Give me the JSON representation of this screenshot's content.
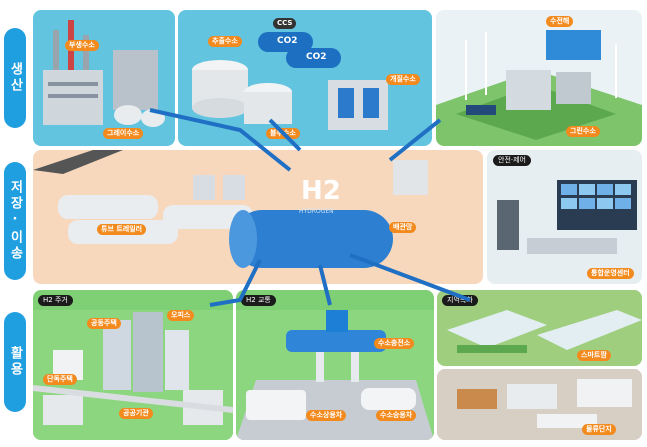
{
  "sidebar": {
    "production": "생산",
    "storage": "저장·이송",
    "utilization": "활용"
  },
  "production": {
    "byproduct": "부생수소",
    "grey": "그레이수소",
    "extracted": "추출수소",
    "ccs": "CCS",
    "co2": "CO2",
    "blue": "블루수소",
    "reforming": "개질수소",
    "electrolysis": "수전해",
    "green": "그린수소"
  },
  "storage": {
    "tube_trailer": "튜브 트레일러",
    "pipeline": "배관망",
    "tank_mark": "H2",
    "tank_text": "HYDROGEN"
  },
  "safety": {
    "title": "안전·제어",
    "center": "통합운영센터"
  },
  "util": {
    "housing_head": "H2 주거",
    "apartment": "공동주택",
    "office": "오피스",
    "detached": "단독주택",
    "public": "공공기관",
    "transport_head": "H2 교통",
    "station": "수소충전소",
    "bus": "수소상용차",
    "car": "수소승용차",
    "region_head": "지역특화",
    "smartfarm": "스마트팜",
    "logistics": "물류단지"
  },
  "colors": {
    "sidebar": "#1f9ee0",
    "label": "#f28a1e",
    "production_bg": "#5fc3dd",
    "storage_bg": "#f8d8bd",
    "green_bg": "#7dc46a",
    "pipe": "#1f6fc4"
  }
}
